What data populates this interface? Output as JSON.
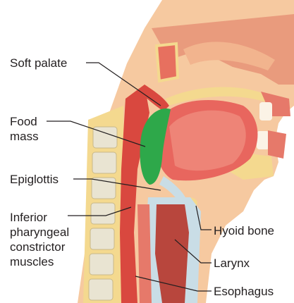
{
  "labels": {
    "soft_palate": "Soft palate",
    "food_mass": "Food\nmass",
    "epiglottis": "Epiglottis",
    "inferior_muscles": "Inferior\npharyngeal\nconstrictor\nmuscles",
    "hyoid_bone": "Hyoid bone",
    "larynx": "Larynx",
    "esophagus": "Esophagus"
  },
  "colors": {
    "food_mass": "#2ea84a",
    "tongue": "#e8665e",
    "bone": "#f4d98f",
    "cartilage": "#c9dde6",
    "muscle": "#d9483f",
    "skin": "#f6c9a0"
  }
}
